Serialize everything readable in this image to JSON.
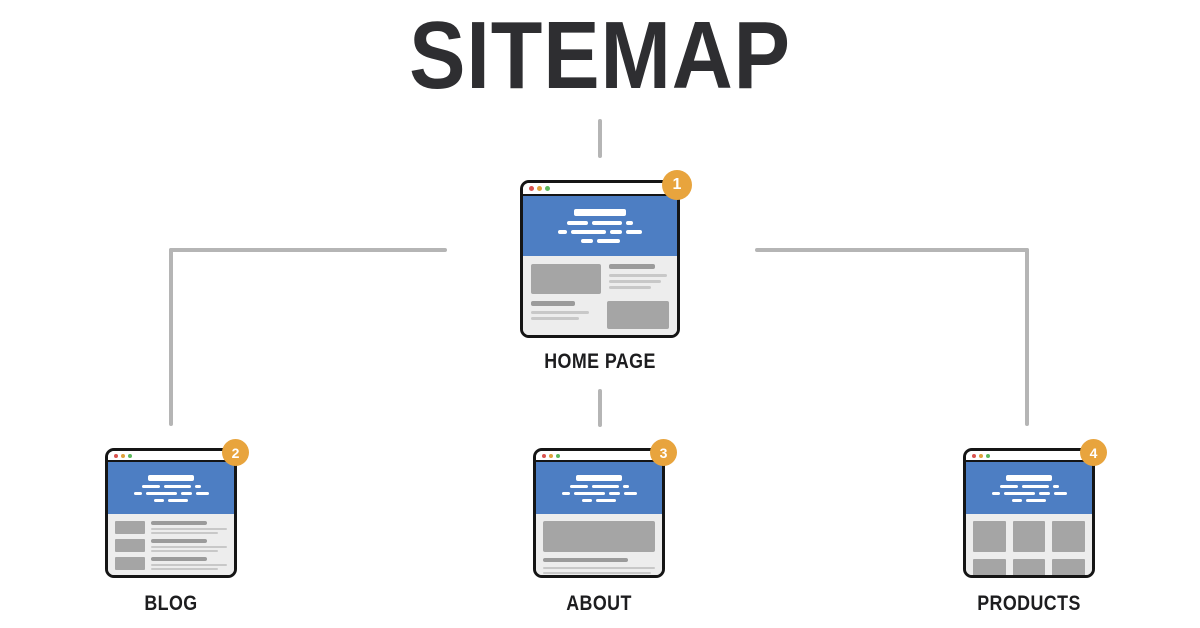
{
  "title": "SITEMAP",
  "nodes": {
    "home": {
      "label": "HOME PAGE",
      "badge": "1"
    },
    "blog": {
      "label": "BLOG",
      "badge": "2"
    },
    "about": {
      "label": "ABOUT",
      "badge": "3"
    },
    "products": {
      "label": "PRODUCTS",
      "badge": "4"
    }
  },
  "structure": {
    "root": "home",
    "children_of_root": [
      "blog",
      "about",
      "products"
    ]
  },
  "icons": {
    "window-dot-red-icon": "small red circle (browser close)",
    "window-dot-yellow-icon": "small orange circle (browser minimize)",
    "window-dot-green-icon": "small green circle (browser zoom)",
    "page-number-badge": "orange circle with white number"
  },
  "colors": {
    "page-bg": "#ffffff",
    "title-text": "#2e2e31",
    "label-text": "#1d1d1f",
    "connector": "#b5b5b5",
    "card-border": "#151515",
    "card-bg": "#ffffff",
    "banner-blue": "#4d7ec3",
    "banner-bar": "#ffffff",
    "content-bg": "#ededed",
    "block-gray": "#a5a5a5",
    "bar-gray": "#9b9b9b",
    "line-gray": "#c8c8c8",
    "badge-orange": "#e8a43d",
    "badge-text": "#ffffff",
    "dot-red": "#d9534f",
    "dot-yellow": "#dfa13a",
    "dot-green": "#5cb85c"
  }
}
